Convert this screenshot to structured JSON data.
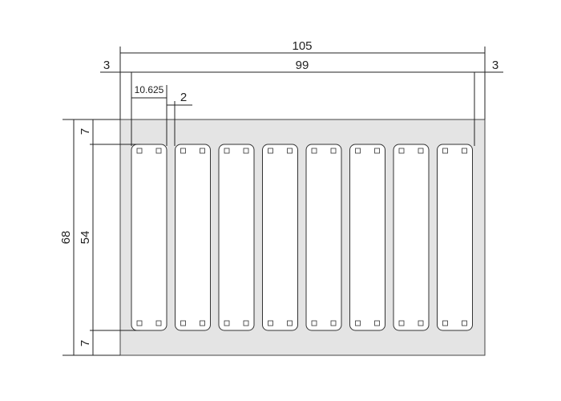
{
  "drawing": {
    "sheet_fill": "#e4e4e4",
    "label_fill": "#ffffff",
    "line_color": "#222222",
    "label_count": 8,
    "dimensions": {
      "total_width": "105",
      "inner_width": "99",
      "left_margin": "3",
      "right_margin": "3",
      "label_width": "10.625",
      "gap": "2",
      "total_height": "68",
      "label_height": "54",
      "top_margin": "7",
      "bottom_margin": "7"
    }
  }
}
